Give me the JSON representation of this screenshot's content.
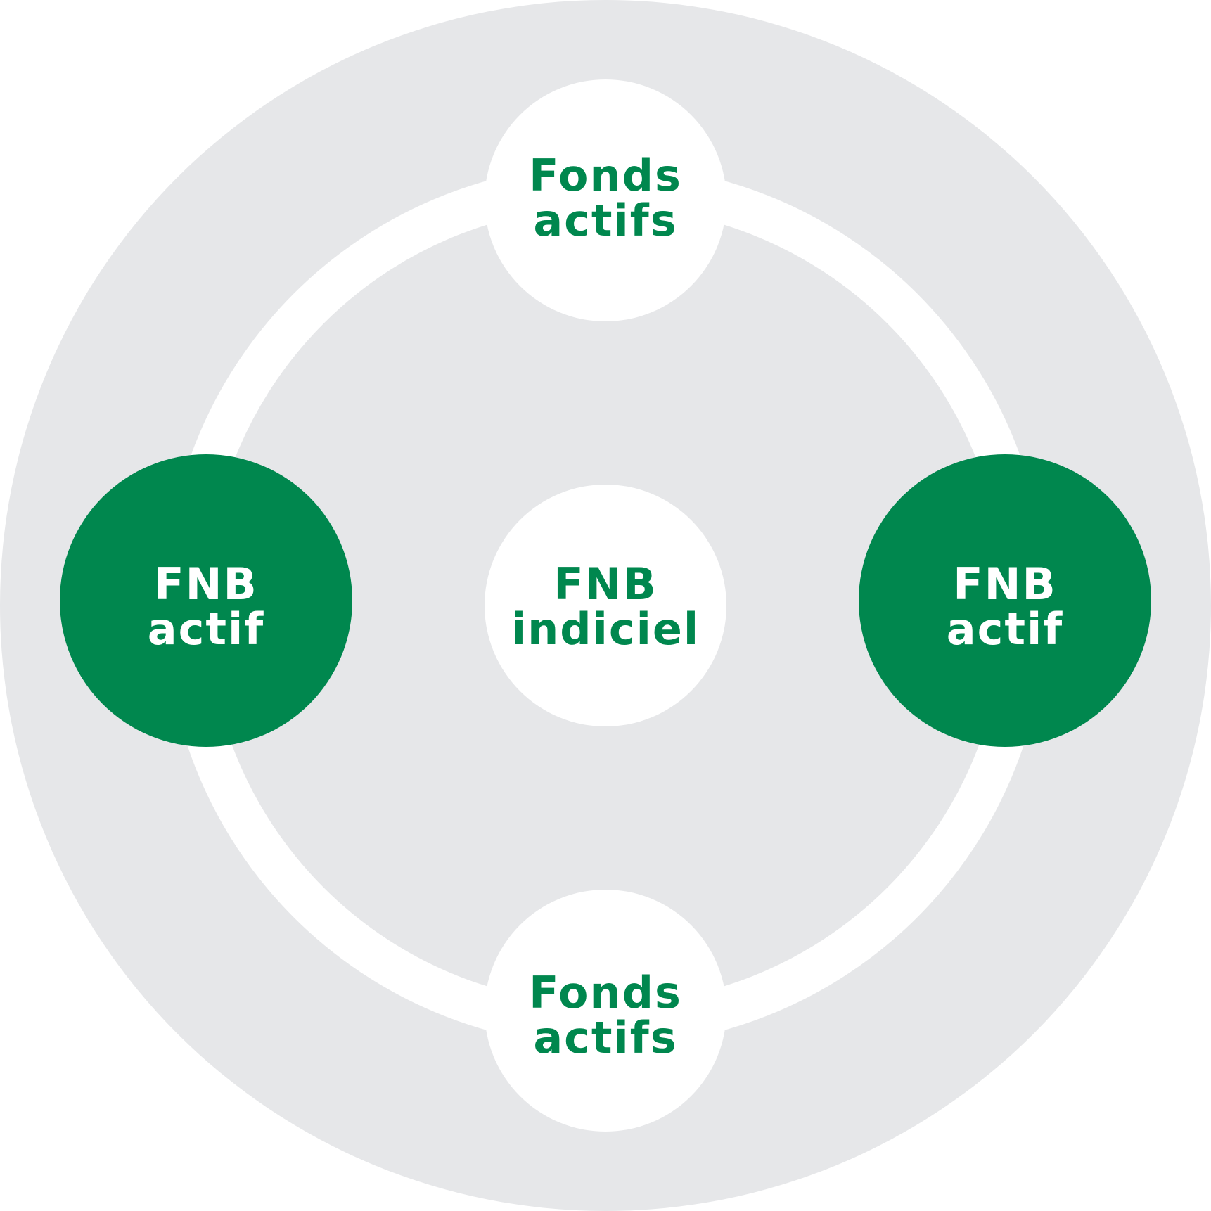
{
  "colors": {
    "background": "#ffffff",
    "outer_disc": "#e6e7e9",
    "ring": "#ffffff",
    "green": "#00874e",
    "white": "#ffffff"
  },
  "nodes": {
    "top": {
      "line1": "Fonds",
      "line2": "actifs"
    },
    "left": {
      "line1": "FNB",
      "line2": "actif"
    },
    "center": {
      "line1": "FNB",
      "line2": "indiciel"
    },
    "right": {
      "line1": "FNB",
      "line2": "actif"
    },
    "bottom": {
      "line1": "Fonds",
      "line2": "actifs"
    }
  }
}
